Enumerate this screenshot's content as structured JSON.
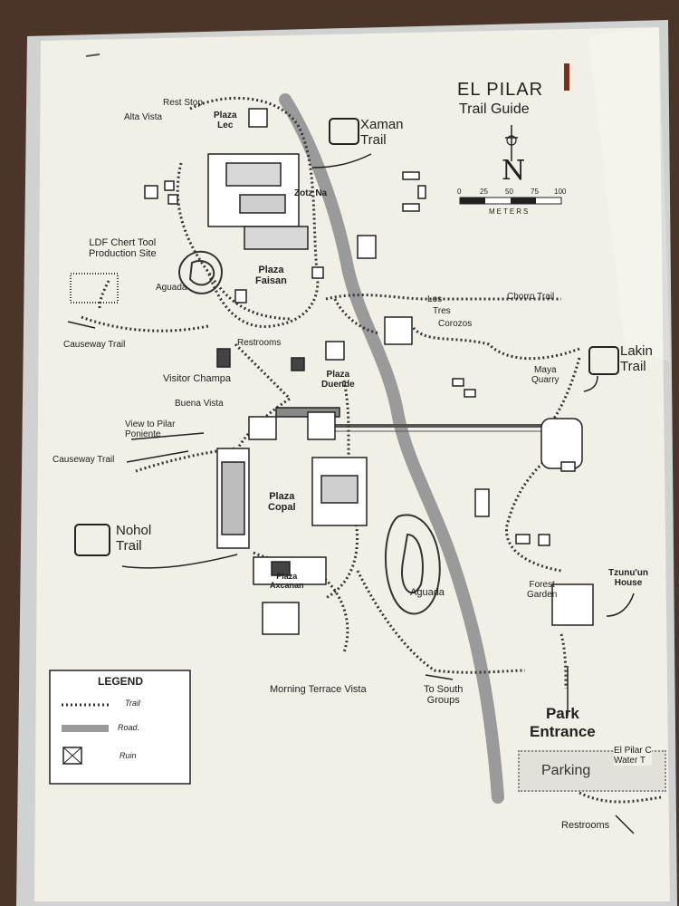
{
  "title": "EL PILAR",
  "subtitle": "Trail Guide",
  "north": "N",
  "scale": {
    "ticks": [
      "0",
      "25",
      "50",
      "75",
      "100"
    ],
    "unit": "METERS"
  },
  "trails": {
    "xaman": "Xaman\nTrail",
    "lakin": "Lakin\nTrail",
    "nohol": "Nohol\nTrail"
  },
  "labels": {
    "rest_stop": "Rest Stop",
    "alta_vista": "Alta Vista",
    "plaza_lec": "Plaza\nLec",
    "zotz_na": "Zotz Na",
    "ldf": "LDF Chert Tool\nProduction Site",
    "aguada_n": "Aguada",
    "plaza_faisan": "Plaza\nFaisan",
    "causeway_trail_n": "Causeway Trail",
    "restrooms_n": "Restrooms",
    "visitor_champa": "Visitor Champa",
    "plaza_duende": "Plaza\nDuende",
    "buena_vista": "Buena Vista",
    "view_pilar": "View to Pilar\nPoniente",
    "causeway_trail_s": "Causeway Trail",
    "plaza_copal": "Plaza\nCopal",
    "plaza_axcanan": "Plaza\nAxcanan",
    "aguada_s": "Aguada",
    "morning_terrace": "Morning Terrace Vista",
    "south_groups": "To South\nGroups",
    "los_tres_corozos": [
      "Los",
      "Tres",
      "Corozos"
    ],
    "chorro_trail": "Chorro Trail",
    "maya_quarry": "Maya\nQuarry",
    "forest_garden": "Forest\nGarden",
    "tzunun": "Tzunu'un\nHouse",
    "park_entrance": "Park\nEntrance",
    "parking": "Parking",
    "el_pilar_water": "El Pilar C\nWater T",
    "restrooms_s": "Restrooms"
  },
  "legend": {
    "title": "LEGEND",
    "items": [
      "Trail",
      "Road.",
      "Ruin"
    ]
  },
  "colors": {
    "paper": "#f1efe6",
    "road": "#9a9a9a",
    "ink": "#2a2a2a",
    "board": "#4a3528"
  }
}
